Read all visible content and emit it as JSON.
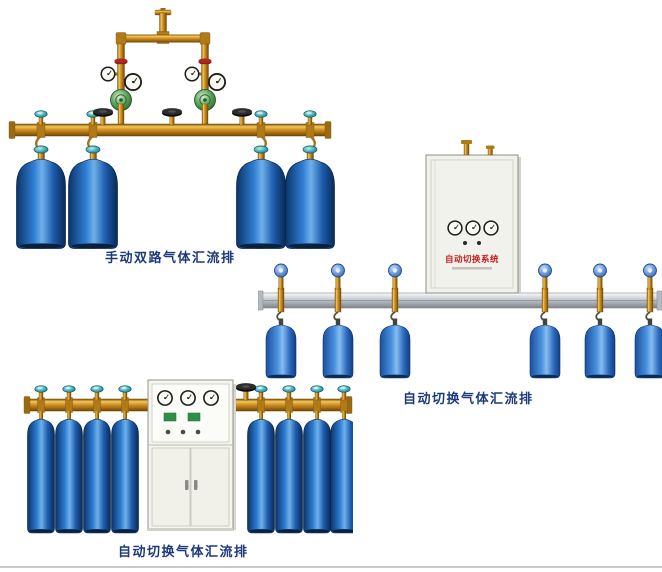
{
  "page": {
    "background_color": "#ffffff"
  },
  "colors": {
    "caption_color": "#1d3a7c",
    "cabinet_label_color": "#c42020",
    "divider_color": "#c9c9c9",
    "brass_pipe": "#cf8e1f",
    "cylinder_blue": "#2e7cd2",
    "teal_knob": "#43a8b4"
  },
  "products": [
    {
      "id": "manual-dual-manifold",
      "caption": "手动双路气体汇流排",
      "cylinders_visible": 4
    },
    {
      "id": "auto-switch-wall-manifold",
      "caption": "自动切换气体汇流排",
      "cabinet_label": "自动切换系统",
      "cylinders_visible": 6
    },
    {
      "id": "auto-switch-floor-manifold",
      "caption": "自动切换气体汇流排",
      "cylinders_visible": 8
    }
  ]
}
